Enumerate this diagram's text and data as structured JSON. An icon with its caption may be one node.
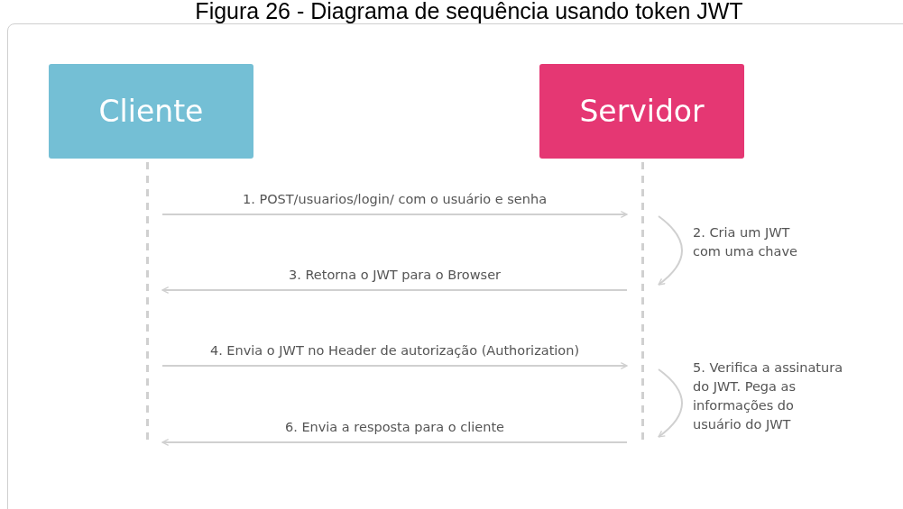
{
  "diagram": {
    "title": "Figura 26 - Diagrama de sequência usando token JWT",
    "nodes": [
      {
        "text": [
          "Cliente"
        ]
      },
      {
        "text": [
          "Servidor"
        ]
      },
      {
        "text": [],
        "shape": "line"
      },
      {
        "text": [],
        "shape": "line"
      }
    ],
    "edges": [
      {
        "from": 2,
        "to": 3,
        "arrow": "to",
        "label": "1. POST/usuarios/login/ com o usuário e senha"
      },
      {
        "from": 3,
        "to": 3,
        "arrow": "to",
        "label": "2. Cria um JWT com uma chave"
      },
      {
        "from": 3,
        "to": 2,
        "arrow": "to",
        "label": "3. Retorna o JWT para o Browser"
      },
      {
        "from": 2,
        "to": 3,
        "arrow": "to",
        "label": "4. Envia o JWT no Header de autorização (Authorization)"
      },
      {
        "from": 3,
        "to": 3,
        "arrow": "to",
        "label": "5. Verifica a assinatura do JWT. Pega as informações do usuário do JWT"
      },
      {
        "from": 3,
        "to": 2,
        "arrow": "to",
        "label": "6. Envia a resposta para o cliente"
      }
    ]
  }
}
